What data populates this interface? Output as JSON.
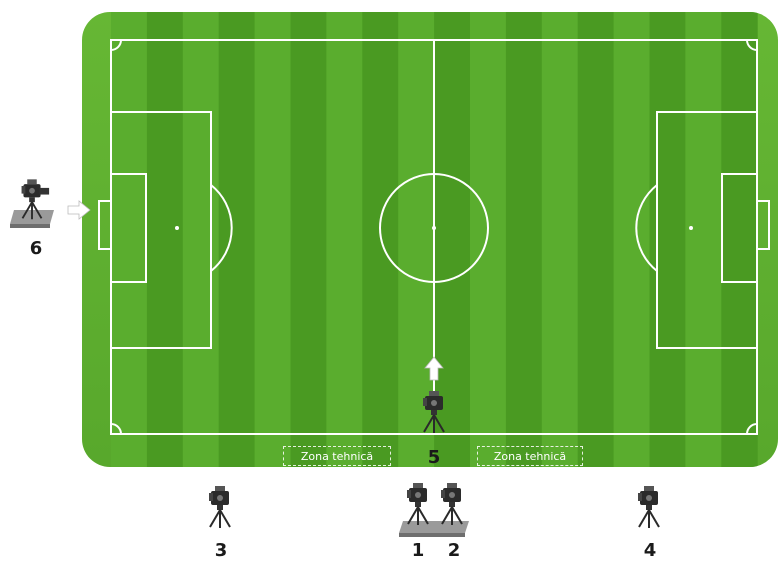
{
  "diagram": {
    "zones": [
      {
        "id": "zone-left",
        "label": "Zona tehnică"
      },
      {
        "id": "zone-right",
        "label": "Zona tehnică"
      }
    ],
    "cameras": [
      {
        "id": "cam1",
        "label": "1"
      },
      {
        "id": "cam2",
        "label": "2"
      },
      {
        "id": "cam3",
        "label": "3"
      },
      {
        "id": "cam4",
        "label": "4"
      },
      {
        "id": "cam5",
        "label": "5"
      },
      {
        "id": "cam6",
        "label": "6"
      }
    ],
    "colors": {
      "pitch_light": "#5aad2e",
      "pitch_dark": "#4a9a22",
      "pitch_edge": "#6dbf3a",
      "lines": "#ffffff",
      "camera_body": "#2b2b2b",
      "platform": "#9a9a9a"
    }
  }
}
